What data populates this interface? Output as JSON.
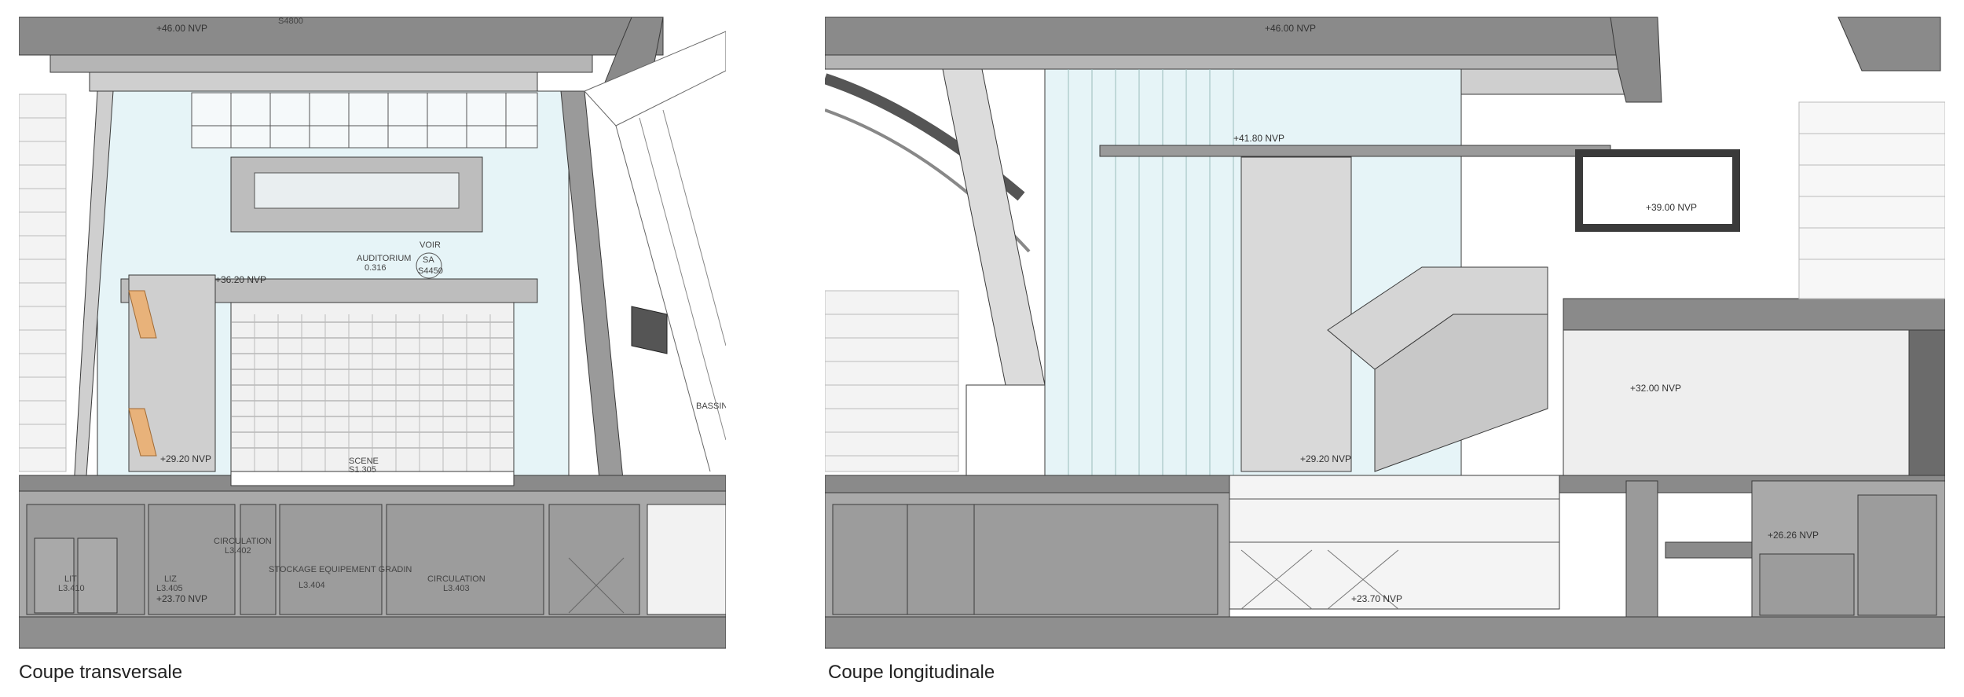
{
  "captions": {
    "left": "Coupe transversale",
    "right": "Coupe longitudinale"
  },
  "left_section": {
    "levels": {
      "roof": "+46.00 NVP",
      "auditorium": "+36.20 NVP",
      "stage": "+29.20 NVP",
      "basement": "+23.70 NVP"
    },
    "labels": {
      "top_room_code": "S4800",
      "auditorium_name": "AUDITORIUM",
      "auditorium_code": "0.316",
      "voir": "VOIR",
      "sa": "SA",
      "sa_code": "S4450",
      "scene_name": "SCENE",
      "scene_code": "S1.305",
      "bassin": "BASSIN"
    },
    "rooms": [
      {
        "name": "LIT",
        "code": "L3.410"
      },
      {
        "name": "LIZ",
        "code": "L3.405"
      },
      {
        "name": "CIRCULATION",
        "code": "L3.402"
      },
      {
        "name": "STOCKAGE EQUIPEMENT GRADIN",
        "code": "L3.404"
      },
      {
        "name": "CIRCULATION",
        "code": "L3.403"
      }
    ]
  },
  "right_section": {
    "levels": {
      "roof": "+46.00 NVP",
      "truss": "+41.80 NVP",
      "box": "+39.00 NVP",
      "mid": "+32.00 NVP",
      "stage": "+29.20 NVP",
      "basement": "+23.70 NVP",
      "pit": "+26.26 NVP"
    }
  },
  "colors": {
    "structure": "#8a8a8a",
    "structure_dark": "#6b6b6b",
    "ground": "#a9a9a9",
    "glass": "#e6f4f7",
    "stair_accent": "#e8b27a",
    "line": "#3a3a3a"
  }
}
